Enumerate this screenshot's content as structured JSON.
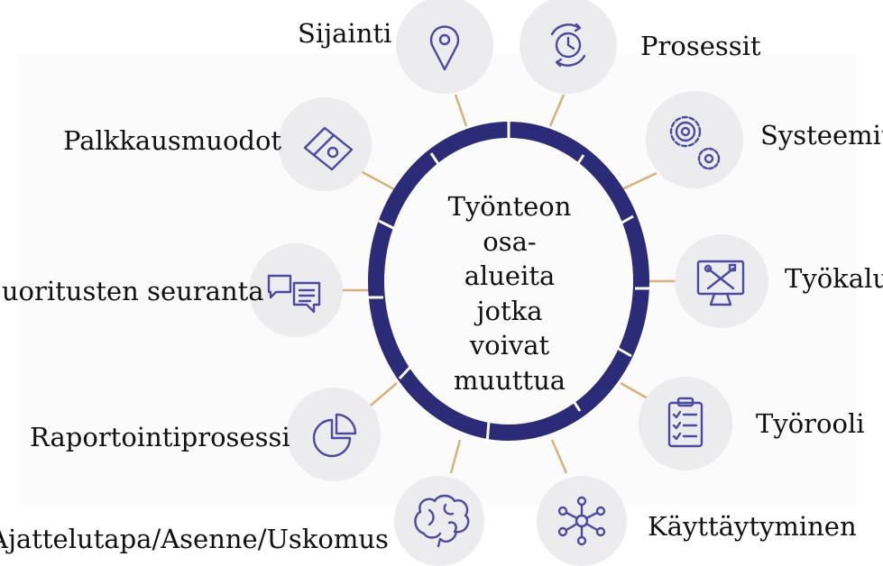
{
  "center": {
    "lines": [
      "Työnteon",
      "osa-",
      "alueita",
      "jotka",
      "voivat",
      "muuttua"
    ]
  },
  "colors": {
    "ring": "#2b2b78",
    "connector": "#d7b278",
    "node_fill": "#ececee",
    "icon": "#4a4aa3"
  },
  "nodes": [
    {
      "label": "Sijainti",
      "icon": "location-pin-icon"
    },
    {
      "label": "Prosessit",
      "icon": "clock-cycle-icon"
    },
    {
      "label": "Systeemit",
      "icon": "gears-icon"
    },
    {
      "label": "Työkalut",
      "icon": "monitor-tools-icon"
    },
    {
      "label": "Työrooli",
      "icon": "clipboard-checklist-icon"
    },
    {
      "label": "Käyttäytyminen",
      "icon": "network-icon"
    },
    {
      "label": "Ajattelutapa/Asenne/Uskomus",
      "icon": "brain-icon"
    },
    {
      "label": "Raportointiprosessi",
      "icon": "pie-chart-icon"
    },
    {
      "label": "Suoritusten seuranta",
      "icon": "chat-bubbles-icon"
    },
    {
      "label": "Palkkausmuodot",
      "icon": "money-notes-icon"
    }
  ]
}
